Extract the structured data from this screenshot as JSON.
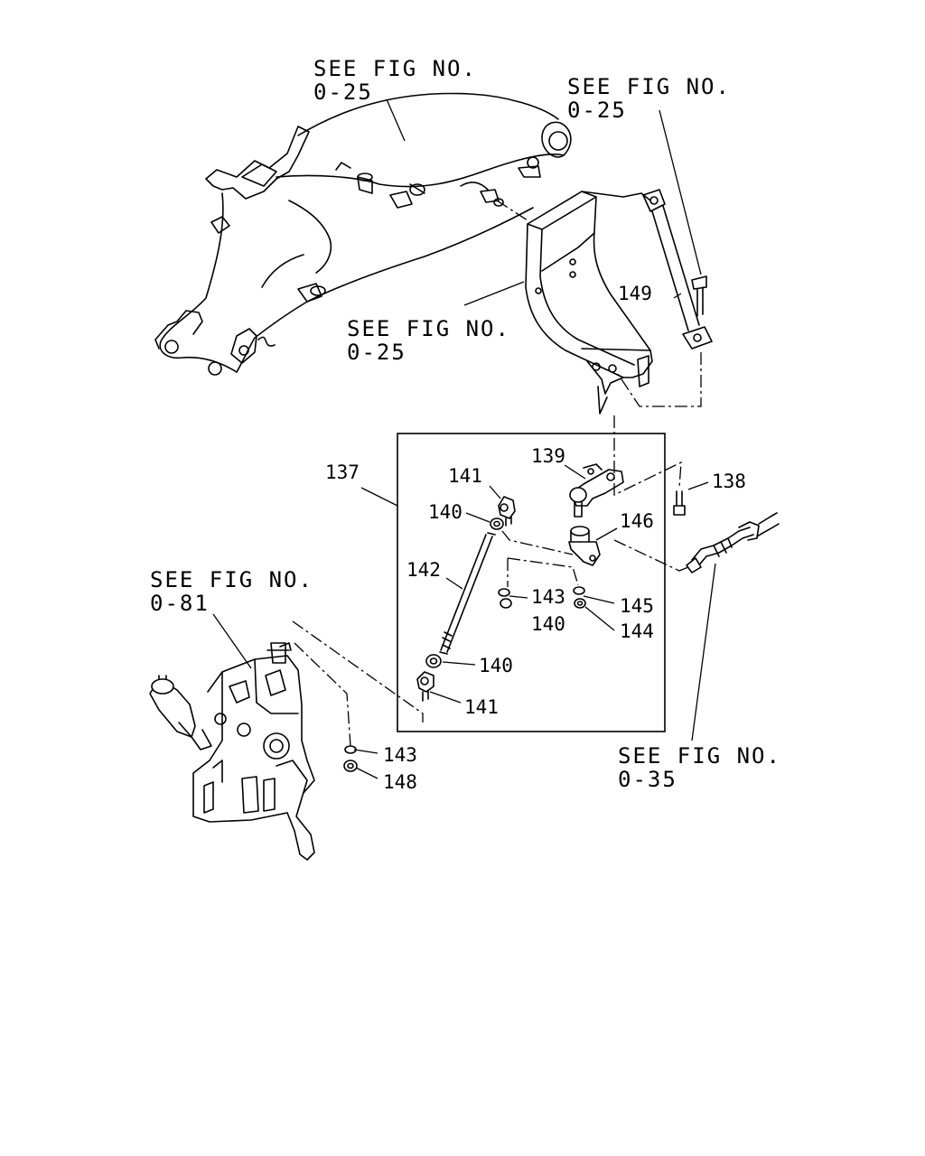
{
  "refs": {
    "top_left": {
      "line1": "SEE FIG NO.",
      "line2": "0-25"
    },
    "top_right": {
      "line1": "SEE FIG NO.",
      "line2": "0-25"
    },
    "mid": {
      "line1": "SEE FIG NO.",
      "line2": "0-25"
    },
    "pump": {
      "line1": "SEE FIG NO.",
      "line2": "0-81"
    },
    "cable": {
      "line1": "SEE FIG NO.",
      "line2": "0-35"
    }
  },
  "parts": {
    "p137": "137",
    "p138": "138",
    "p139": "139",
    "p140a": "140",
    "p140b": "140",
    "p140c": "140",
    "p141a": "141",
    "p141b": "141",
    "p142": "142",
    "p143a": "143",
    "p143b": "143",
    "p144": "144",
    "p145": "145",
    "p146": "146",
    "p148": "148",
    "p149": "149"
  }
}
